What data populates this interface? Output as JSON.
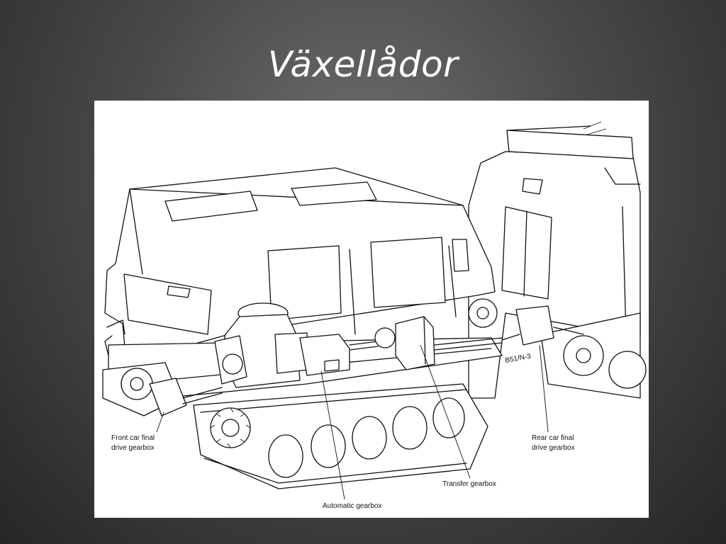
{
  "slide": {
    "title": "Växellådor"
  },
  "diagram": {
    "labels": {
      "front_car": [
        "Front car final",
        "drive gearbox"
      ],
      "rear_car": [
        "Rear car final",
        "drive gearbox"
      ],
      "transfer": "Transfer gearbox",
      "automatic": "Automatic gearbox",
      "drawing_code": "B51/N-3"
    }
  }
}
